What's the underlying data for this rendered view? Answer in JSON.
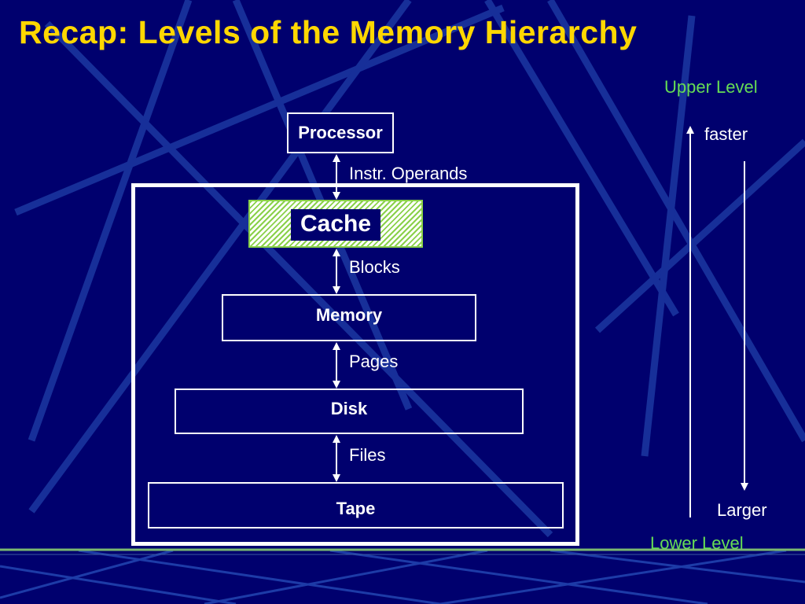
{
  "slide": {
    "title": "Recap: Levels of the Memory Hierarchy",
    "upper_level": "Upper Level",
    "lower_level": "Lower Level",
    "faster": "faster",
    "larger": "Larger"
  },
  "levels": {
    "processor": "Processor",
    "cache": "Cache",
    "memory": "Memory",
    "disk": "Disk",
    "tape": "Tape"
  },
  "transfers": {
    "instr_operands": "Instr. Operands",
    "blocks": "Blocks",
    "pages": "Pages",
    "files": "Files"
  },
  "colors": {
    "background": "#00006e",
    "title": "#ffd700",
    "level_text": "#66dd55",
    "cache_hatch": "#8ad14a"
  }
}
